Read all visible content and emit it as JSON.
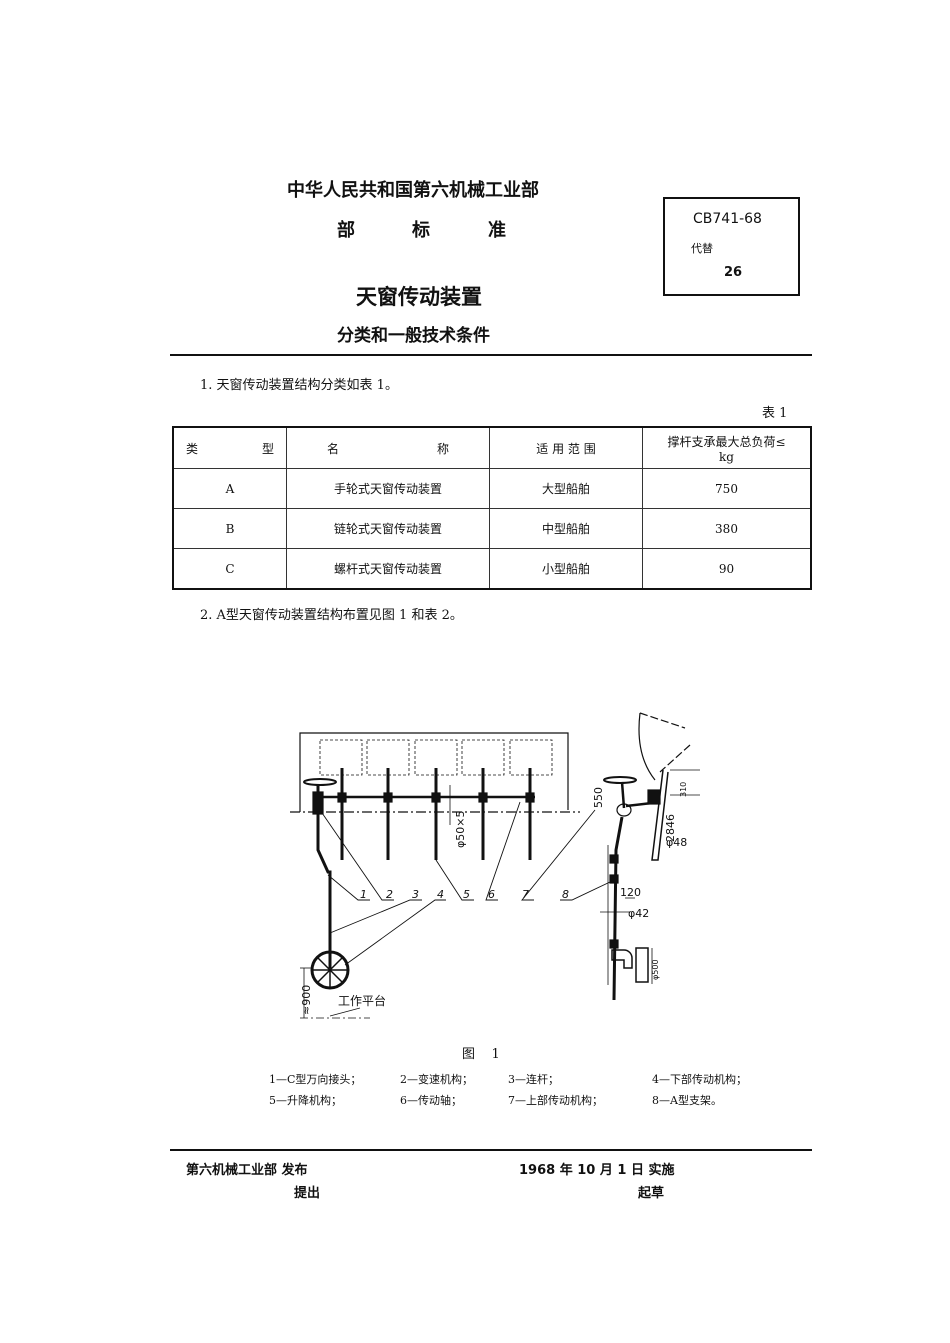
{
  "header": {
    "ministry": "中华人民共和国第六机械工业部",
    "standard_type": [
      "部",
      "标",
      "准"
    ],
    "title": "天窗传动装置",
    "subtitle": "分类和一般技术条件",
    "code_box": {
      "code": "CB741-68",
      "replace_label": "代替",
      "replace_value": "26"
    }
  },
  "section1": "1.  天窗传动装置结构分类如表 1。",
  "table1": {
    "label": "表 1",
    "headers": [
      [
        "类",
        "型"
      ],
      [
        "名",
        "称"
      ],
      "适 用 范 围",
      "撑杆支承最大总负荷≤",
      "kg"
    ],
    "rows": [
      [
        "A",
        "手轮式天窗传动装置",
        "大型船舶",
        "750"
      ],
      [
        "B",
        "链轮式天窗传动装置",
        "中型船舶",
        "380"
      ],
      [
        "C",
        "螺杆式天窗传动装置",
        "小型船舶",
        "90"
      ]
    ]
  },
  "section2": "2.  A型天窗传动装置结构布置见图 1 和表 2。",
  "figure": {
    "part_numbers": [
      "1",
      "2",
      "3",
      "4",
      "5",
      "6",
      "7",
      "8"
    ],
    "dimensions": {
      "d550": "550",
      "shaft": "φ50×5",
      "d310": "310",
      "d2846": "2846",
      "phi48": "φ48",
      "d120": "120",
      "phi42": "φ42",
      "phi500": "φ500",
      "h900": "≈900"
    },
    "platform_label": "工作平台",
    "caption": "图    1",
    "legend": [
      "1—C型万向接头；",
      "2—变速机构；",
      "3—连杆；",
      "4—下部传动机构；",
      "5—升降机构；",
      "6—传动轴；",
      "7—上部传动机构；",
      "8—A型支架。"
    ]
  },
  "footer": {
    "issuer": "第六机械工业部 发布",
    "proposer": "提出",
    "effective": "1968 年 10 月 1 日 实施",
    "drafter": "起草"
  }
}
